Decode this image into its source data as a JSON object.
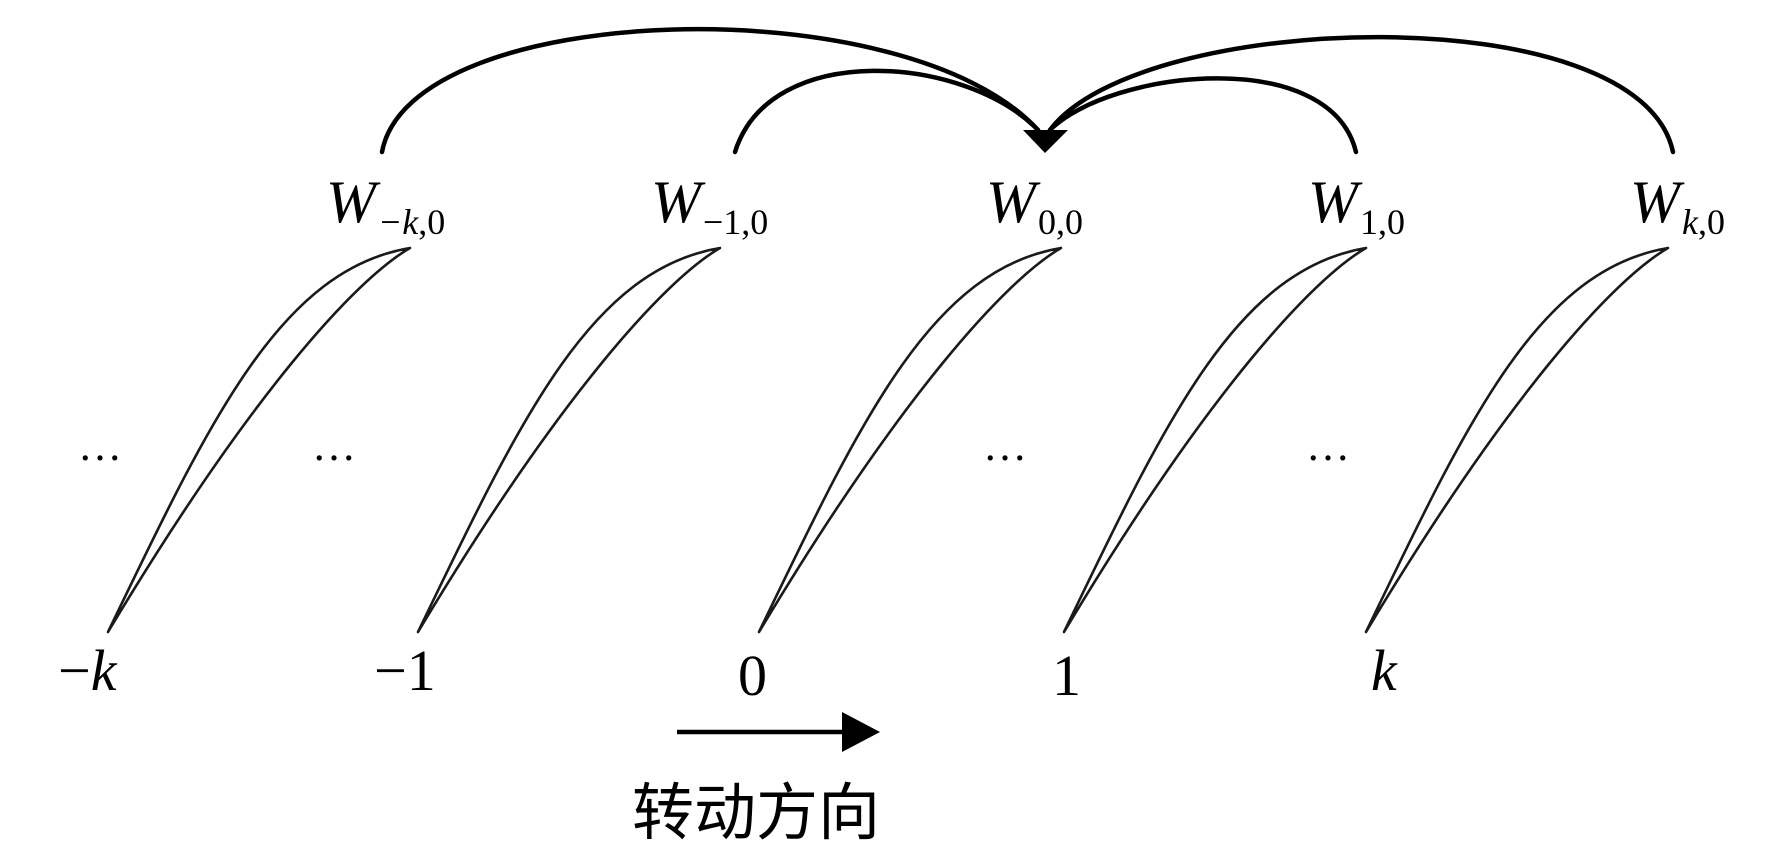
{
  "weights": [
    {
      "id": "w-minus-k",
      "base": "W",
      "sub_var": "−k",
      "sub_rest": ",0"
    },
    {
      "id": "w-minus-1",
      "base": "W",
      "sub_var": "",
      "sub_rest": "−1,0"
    },
    {
      "id": "w-0",
      "base": "W",
      "sub_var": "",
      "sub_rest": "0,0"
    },
    {
      "id": "w-1",
      "base": "W",
      "sub_var": "",
      "sub_rest": "1,0"
    },
    {
      "id": "w-k",
      "base": "W",
      "sub_var": "k",
      "sub_rest": ",0"
    }
  ],
  "blade_labels": [
    {
      "id": "minus-k",
      "sign": "−",
      "text": "k",
      "italic": true
    },
    {
      "id": "minus-1",
      "sign": "",
      "text": "−1",
      "italic": false
    },
    {
      "id": "zero",
      "sign": "",
      "text": "0",
      "italic": false
    },
    {
      "id": "one",
      "sign": "",
      "text": "1",
      "italic": false
    },
    {
      "id": "k",
      "sign": "",
      "text": "k",
      "italic": true
    }
  ],
  "ellipsis": [
    "…",
    "…",
    "…",
    "…"
  ],
  "rotation_label": "转动方向",
  "colors": {
    "stroke": "#000000",
    "blade": "#1a1a1a",
    "background": "#ffffff"
  }
}
